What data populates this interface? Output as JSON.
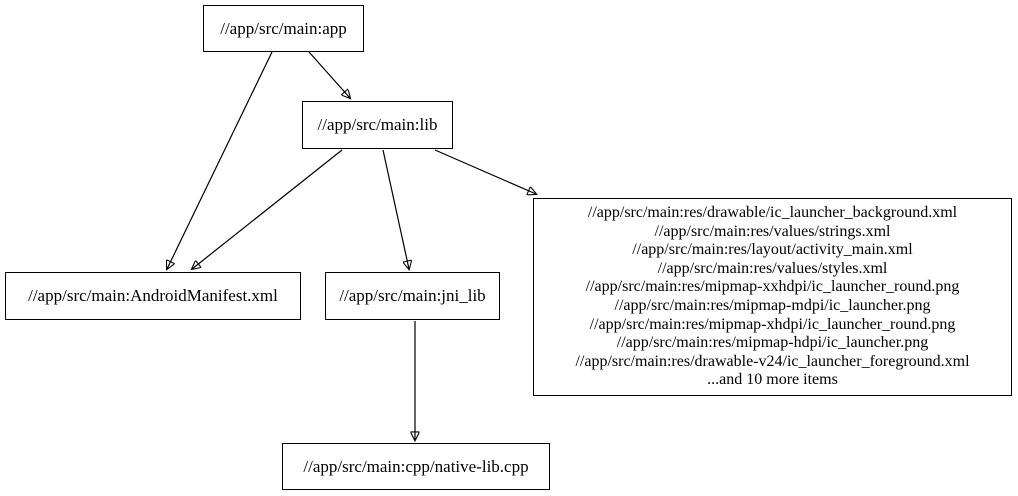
{
  "diagram": {
    "type": "directed-dependency-graph",
    "background_color": "#ffffff",
    "node_border_color": "#000000",
    "edge_color": "#000000",
    "nodes": {
      "app": {
        "label": "//app/src/main:app"
      },
      "lib": {
        "label": "//app/src/main:lib"
      },
      "manifest": {
        "label": "//app/src/main:AndroidManifest.xml"
      },
      "jni_lib": {
        "label": "//app/src/main:jni_lib"
      },
      "res": {
        "lines": [
          "//app/src/main:res/drawable/ic_launcher_background.xml",
          "//app/src/main:res/values/strings.xml",
          "//app/src/main:res/layout/activity_main.xml",
          "//app/src/main:res/values/styles.xml",
          "//app/src/main:res/mipmap-xxhdpi/ic_launcher_round.png",
          "//app/src/main:res/mipmap-mdpi/ic_launcher.png",
          "//app/src/main:res/mipmap-xhdpi/ic_launcher_round.png",
          "//app/src/main:res/mipmap-hdpi/ic_launcher.png",
          "//app/src/main:res/drawable-v24/ic_launcher_foreground.xml",
          "...and 10 more items"
        ]
      },
      "native_lib": {
        "label": "//app/src/main:cpp/native-lib.cpp"
      }
    },
    "edges": [
      {
        "from": "app",
        "to": "lib"
      },
      {
        "from": "app",
        "to": "manifest"
      },
      {
        "from": "lib",
        "to": "manifest"
      },
      {
        "from": "lib",
        "to": "jni_lib"
      },
      {
        "from": "lib",
        "to": "res"
      },
      {
        "from": "jni_lib",
        "to": "native_lib"
      }
    ]
  }
}
